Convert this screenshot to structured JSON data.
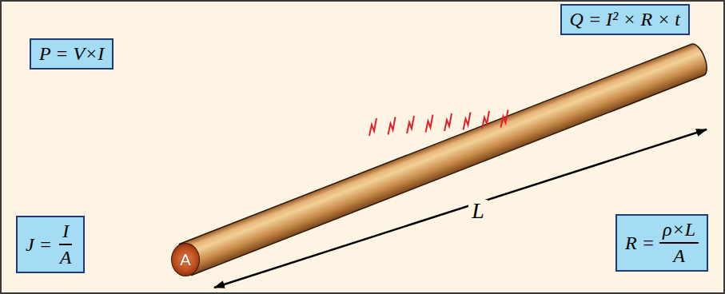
{
  "diagram": {
    "nodes": [
      {
        "text": [
          "P = V×I"
        ]
      },
      {
        "text": [
          "Q = I² × R × t"
        ]
      },
      {
        "text": [
          "J =",
          "I",
          "A"
        ]
      },
      {
        "text": [
          "A"
        ]
      },
      {
        "text": [
          "R =",
          "ρ×L",
          "A"
        ]
      }
    ],
    "labels": [
      "L"
    ]
  }
}
